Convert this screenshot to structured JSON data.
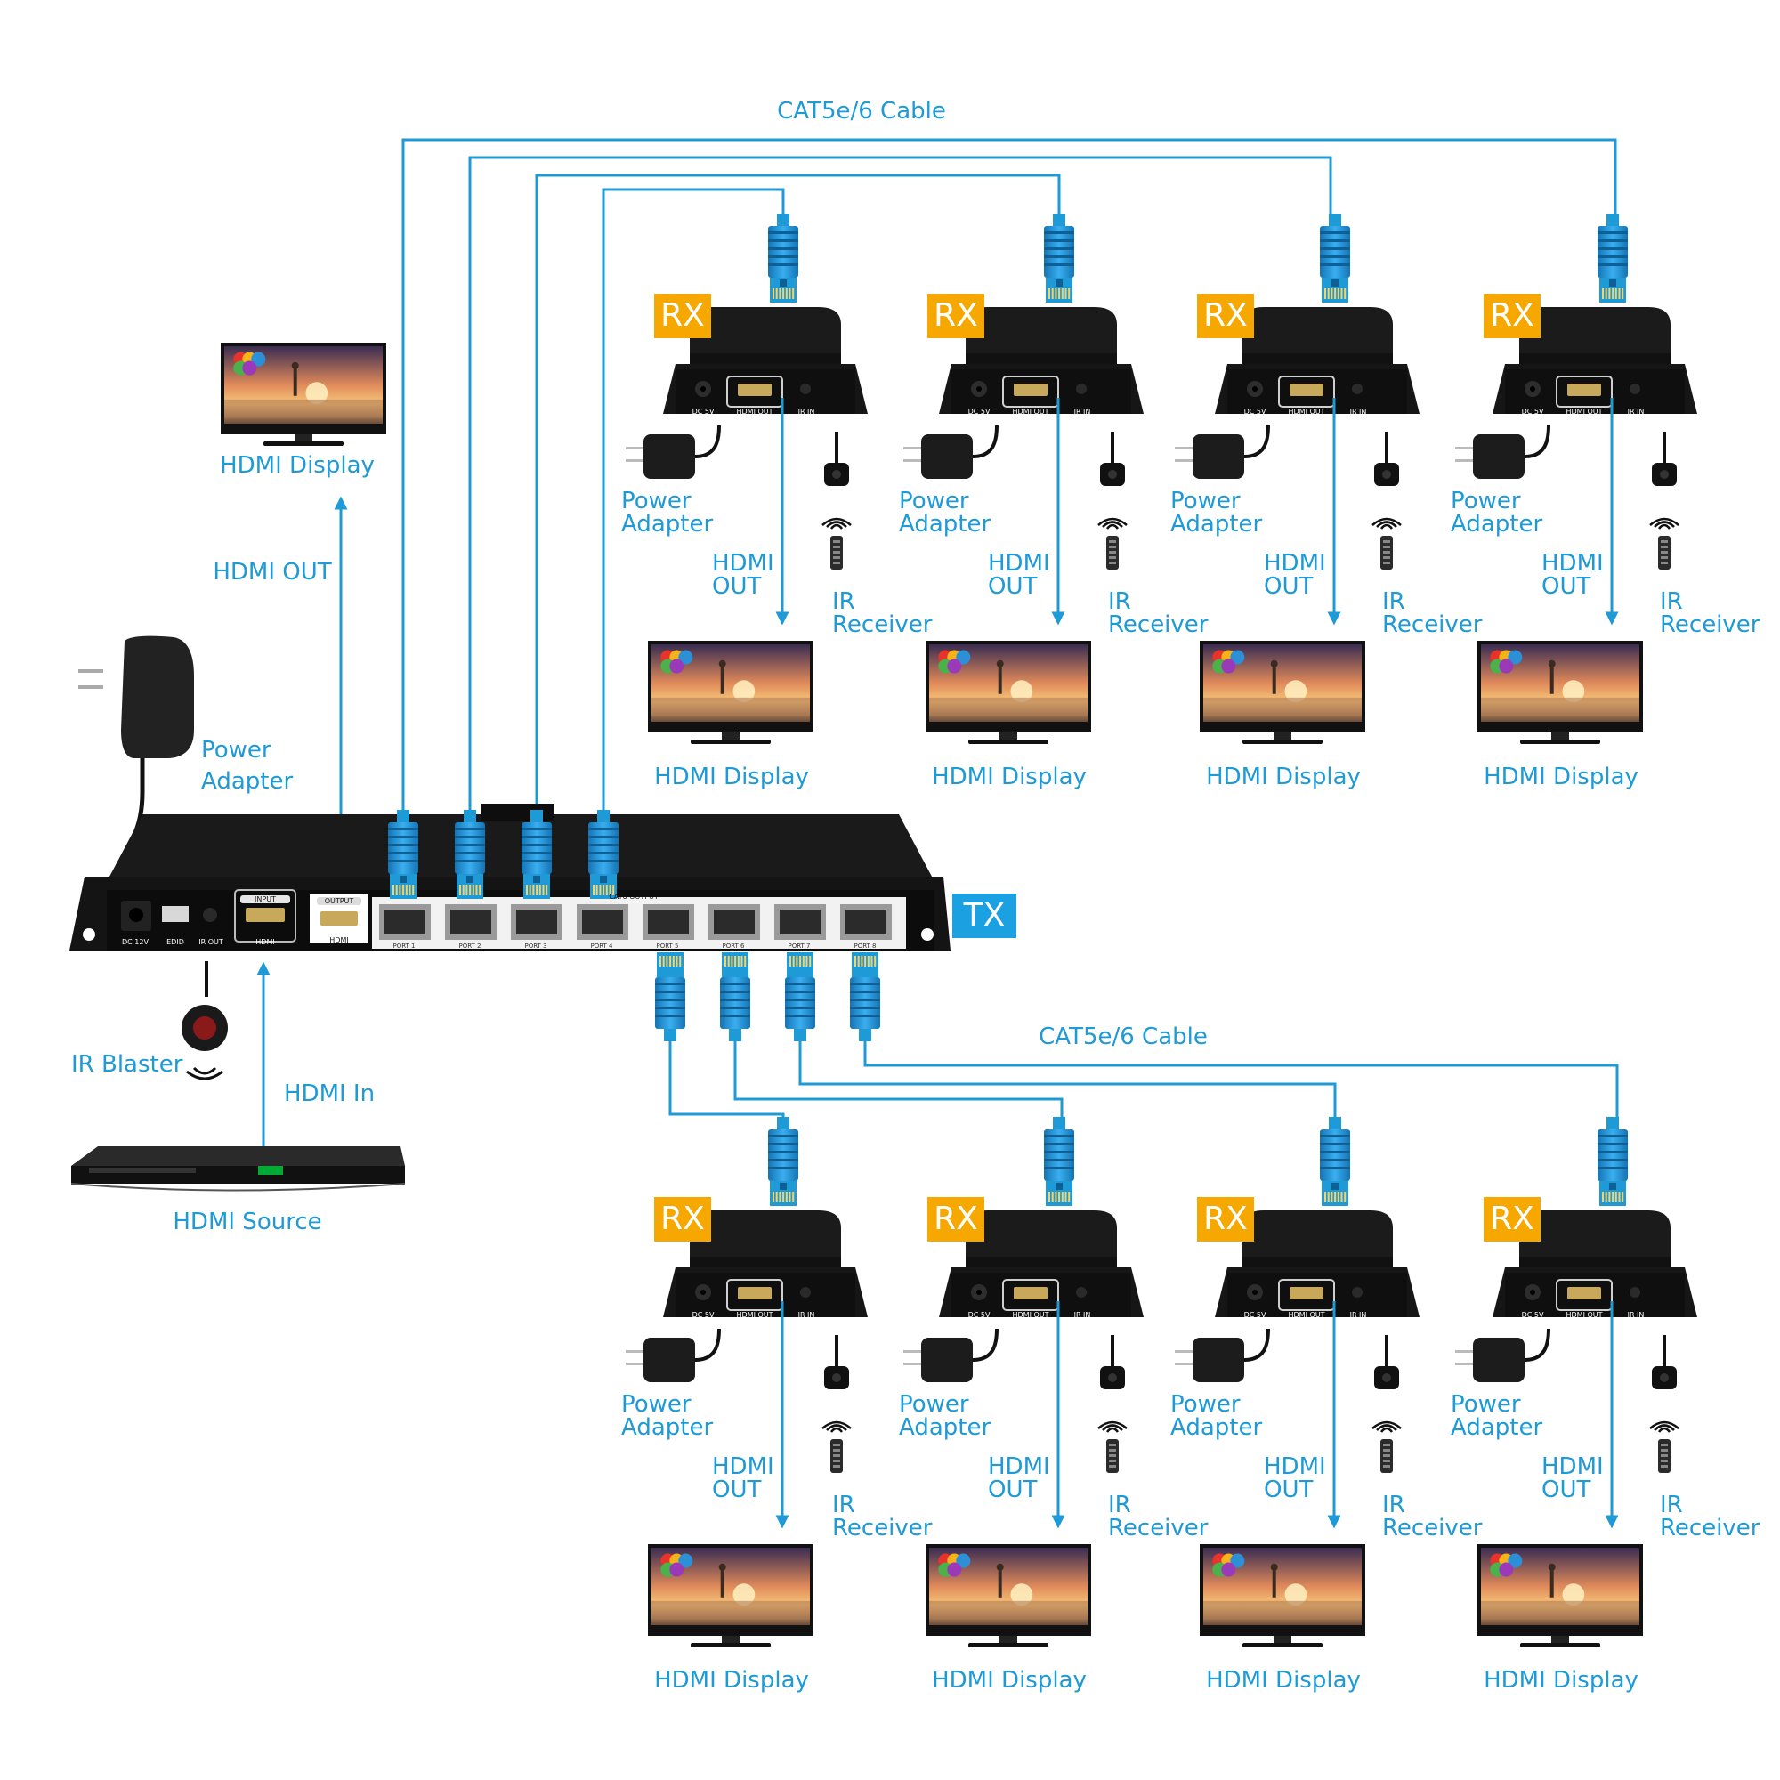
{
  "cable_label_top": "CAT5e/6 Cable",
  "cable_label_bottom": "CAT5e/6 Cable",
  "left": {
    "display_label": "HDMI Display",
    "hdmi_out_label": "HDMI OUT",
    "power_adapter_line1": "Power",
    "power_adapter_line2": "Adapter",
    "ir_blaster_label": "IR Blaster",
    "hdmi_in_label": "HDMI In",
    "source_label": "HDMI Source"
  },
  "tx": {
    "badge": "TX",
    "ports": [
      "PORT 1",
      "PORT 2",
      "PORT 3",
      "PORT 4",
      "PORT 5",
      "PORT 6",
      "PORT 7",
      "PORT 8"
    ],
    "dc_label": "DC 12V",
    "edid_label": "EDID",
    "ir_out_label": "IR OUT",
    "input_label": "INPUT",
    "hdmi_label": "HDMI",
    "output_label": "OUTPUT",
    "cat6_output_label": "CAT6 OUTPUT"
  },
  "rx": {
    "badge": "RX",
    "power_line1": "Power",
    "power_line2": "Adapter",
    "hdmi_out_line1": "HDMI",
    "hdmi_out_line2": "OUT",
    "ir_line1": "IR",
    "ir_line2": "Receiver",
    "display_label": "HDMI Display",
    "dc_label": "DC 5V",
    "hdmi_port_label": "HDMI OUT",
    "ir_in_label": "IR IN"
  },
  "colors": {
    "accent_blue": "#1e9ad6",
    "rx_badge": "#f6a800",
    "tx_badge": "#1ba1e2",
    "device_body": "#1c1c1c"
  },
  "icons": [
    "rj45-connector-icon",
    "tv-icon",
    "power-adapter-icon",
    "ir-receiver-icon",
    "remote-control-icon",
    "ir-blaster-icon",
    "media-player-icon"
  ]
}
